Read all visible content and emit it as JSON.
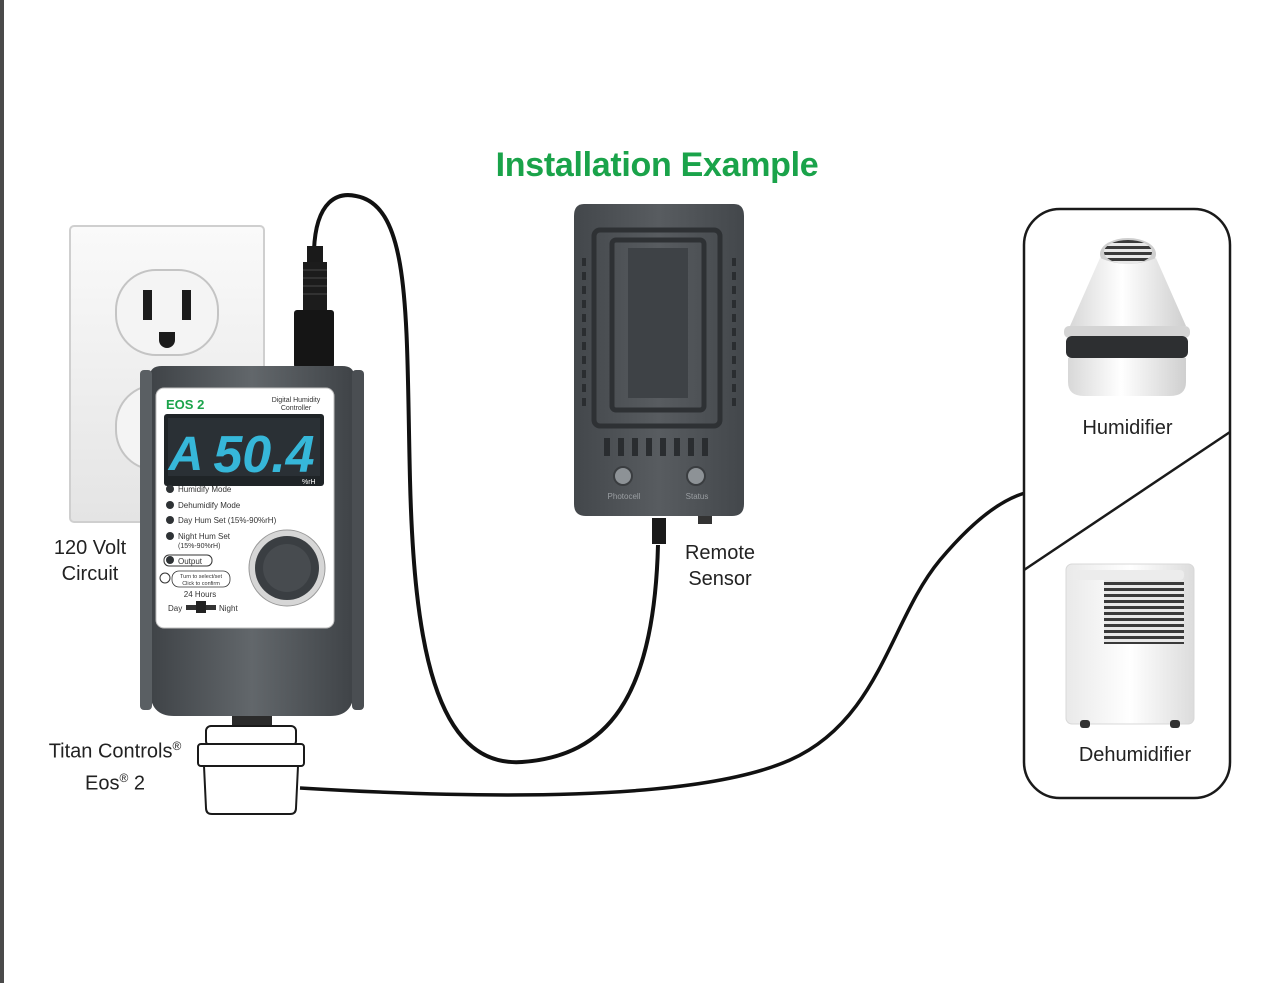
{
  "title": "Installation Example",
  "labels": {
    "circuit_line1": "120 Volt",
    "circuit_line2": "Circuit",
    "titan_line1": "Titan Controls",
    "titan_line2": "Eos",
    "titan_line2_suffix": " 2",
    "registered": "®",
    "sensor_line1": "Remote",
    "sensor_line2": "Sensor",
    "humidifier": "Humidifier",
    "dehumidifier": "Dehumidifier"
  },
  "controller": {
    "brand": "EOS 2",
    "subtitle_line1": "Digital Humidity",
    "subtitle_line2": "Controller",
    "display_value": "50.4",
    "display_prefix": "A",
    "unit": "%rH",
    "modes": [
      "Humidify Mode",
      "Dehumidify Mode",
      "Day Hum Set (15%-90%rH)",
      "Night Hum Set"
    ],
    "night_range": "(15%-90%rH)",
    "output": "Output",
    "turn_line1": "Turn to select/set",
    "turn_line2": "Click to confirm",
    "hours": "24 Hours",
    "day": "Day",
    "night": "Night"
  },
  "sensor": {
    "photocell": "Photocell",
    "status": "Status"
  },
  "colors": {
    "title": "#1aa34a",
    "display": "#36b7d9",
    "housing": "#505559",
    "sensor_body": "#4e5256"
  }
}
